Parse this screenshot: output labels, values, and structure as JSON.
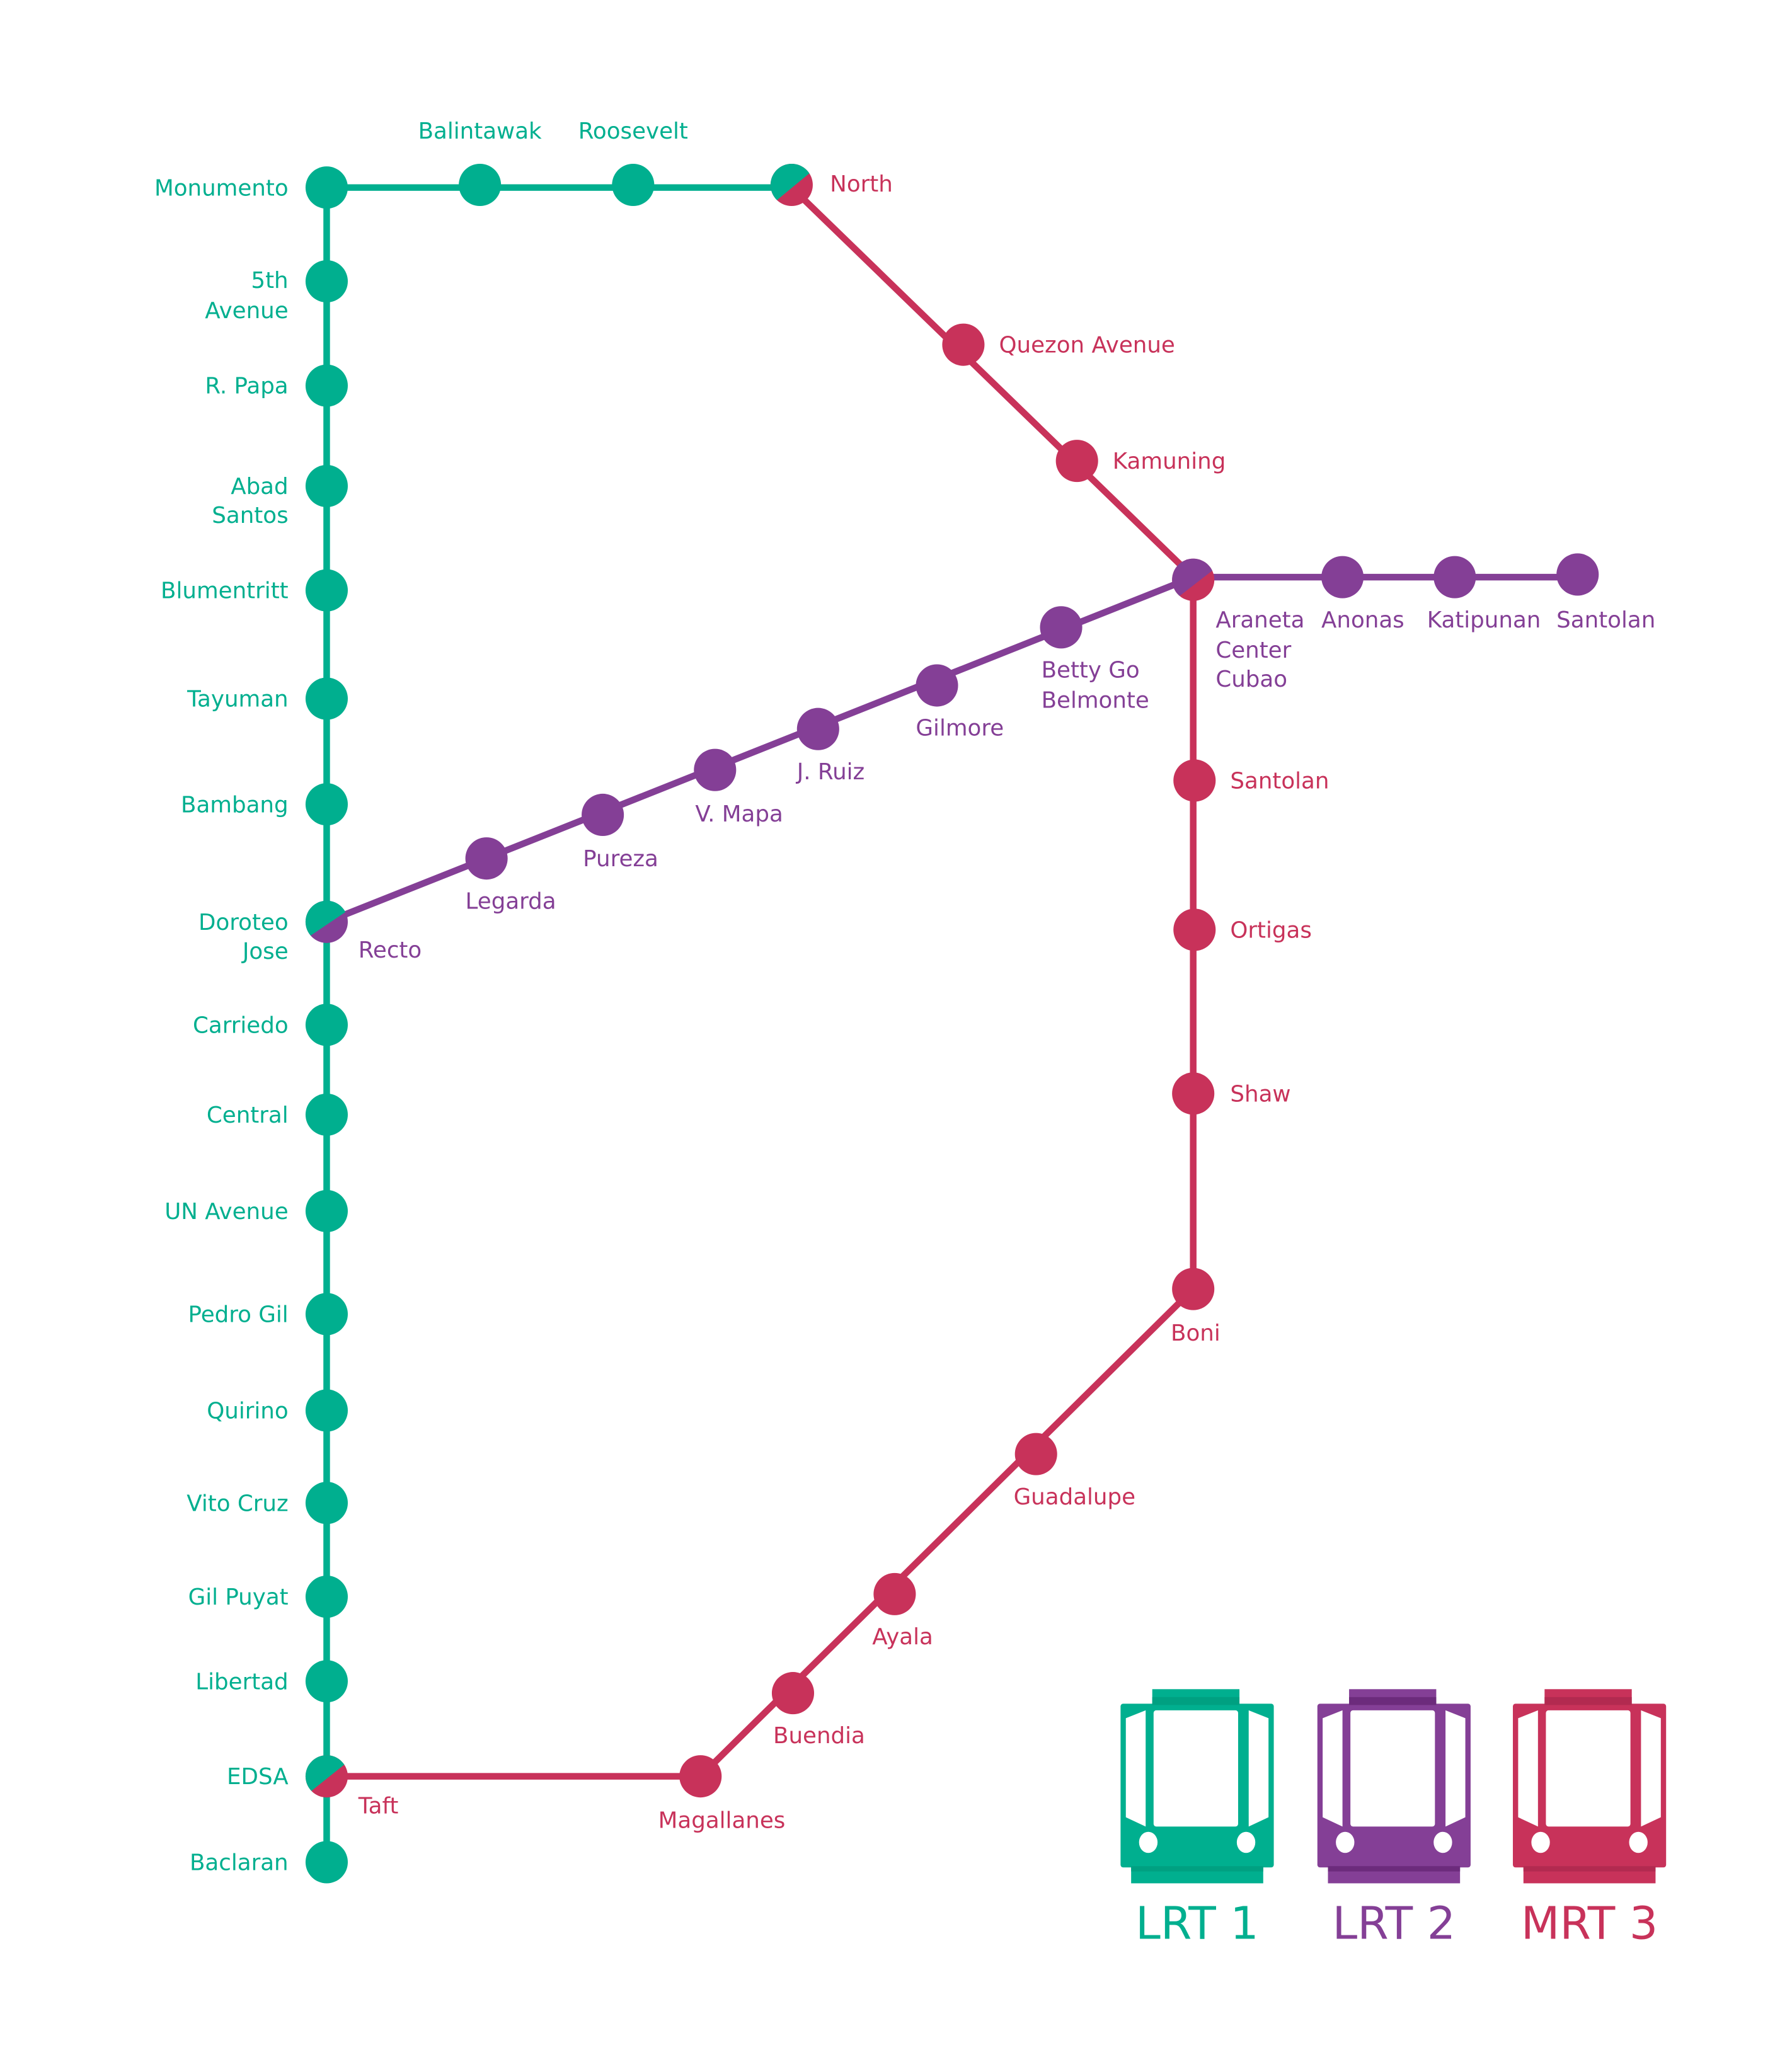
{
  "title": "Metro Manila Rail Transit Map",
  "colors": {
    "lrt1": "#00AF8F",
    "lrt2": "#843F96",
    "mrt3": "#C8325A",
    "lrt1_dark": "#00A081",
    "lrt2_dark": "#6C2B7C",
    "mrt3_dark": "#B22A50"
  },
  "lines": [
    {
      "id": "lrt1",
      "name": "LRT 1",
      "stations": [
        "Baclaran",
        "EDSA",
        "Libertad",
        "Gil Puyat",
        "Vito Cruz",
        "Quirino",
        "Pedro Gil",
        "UN Avenue",
        "Central",
        "Carriedo",
        "Doroteo Jose",
        "Bambang",
        "Tayuman",
        "Blumentritt",
        "Abad Santos",
        "R. Papa",
        "5th Avenue",
        "Monumento",
        "Balintawak",
        "Roosevelt",
        "North"
      ]
    },
    {
      "id": "lrt2",
      "name": "LRT 2",
      "stations": [
        "Recto",
        "Legarda",
        "Pureza",
        "V. Mapa",
        "J. Ruiz",
        "Gilmore",
        "Betty Go Belmonte",
        "Araneta Center Cubao",
        "Anonas",
        "Katipunan",
        "Santolan"
      ]
    },
    {
      "id": "mrt3",
      "name": "MRT 3",
      "stations": [
        "North",
        "Quezon Avenue",
        "Kamuning",
        "Araneta Center Cubao",
        "Santolan",
        "Ortigas",
        "Shaw",
        "Boni",
        "Guadalupe",
        "Ayala",
        "Buendia",
        "Magallanes",
        "Taft"
      ]
    }
  ],
  "labels": {
    "monumento": "Monumento",
    "balintawak": "Balintawak",
    "roosevelt": "Roosevelt",
    "north": "North",
    "fifth_ave_1": "5th",
    "fifth_ave_2": "Avenue",
    "rpapa": "R. Papa",
    "abad_1": "Abad",
    "abad_2": "Santos",
    "blumentritt": "Blumentritt",
    "tayuman": "Tayuman",
    "bambang": "Bambang",
    "doroteo_1": "Doroteo",
    "doroteo_2": "Jose",
    "carriedo": "Carriedo",
    "central": "Central",
    "un_ave": "UN Avenue",
    "pedro_gil": "Pedro Gil",
    "quirino": "Quirino",
    "vito_cruz": "Vito Cruz",
    "gil_puyat": "Gil Puyat",
    "libertad": "Libertad",
    "edsa": "EDSA",
    "baclaran": "Baclaran",
    "recto": "Recto",
    "legarda": "Legarda",
    "pureza": "Pureza",
    "vmapa": "V. Mapa",
    "jruiz": "J. Ruiz",
    "gilmore": "Gilmore",
    "betty_1": "Betty Go",
    "betty_2": "Belmonte",
    "araneta_1": "Araneta",
    "araneta_2": "Center",
    "araneta_3": "Cubao",
    "anonas": "Anonas",
    "katipunan": "Katipunan",
    "santolan_lrt2": "Santolan",
    "quezon_ave": "Quezon Avenue",
    "kamuning": "Kamuning",
    "santolan_mrt3": "Santolan",
    "ortigas": "Ortigas",
    "shaw": "Shaw",
    "boni": "Boni",
    "guadalupe": "Guadalupe",
    "ayala": "Ayala",
    "buendia": "Buendia",
    "magallanes": "Magallanes",
    "taft": "Taft"
  },
  "legend": [
    {
      "label": "LRT 1",
      "icon": "train-icon",
      "line": "lrt1"
    },
    {
      "label": "LRT 2",
      "icon": "train-icon",
      "line": "lrt2"
    },
    {
      "label": "MRT 3",
      "icon": "train-icon",
      "line": "mrt3"
    }
  ]
}
